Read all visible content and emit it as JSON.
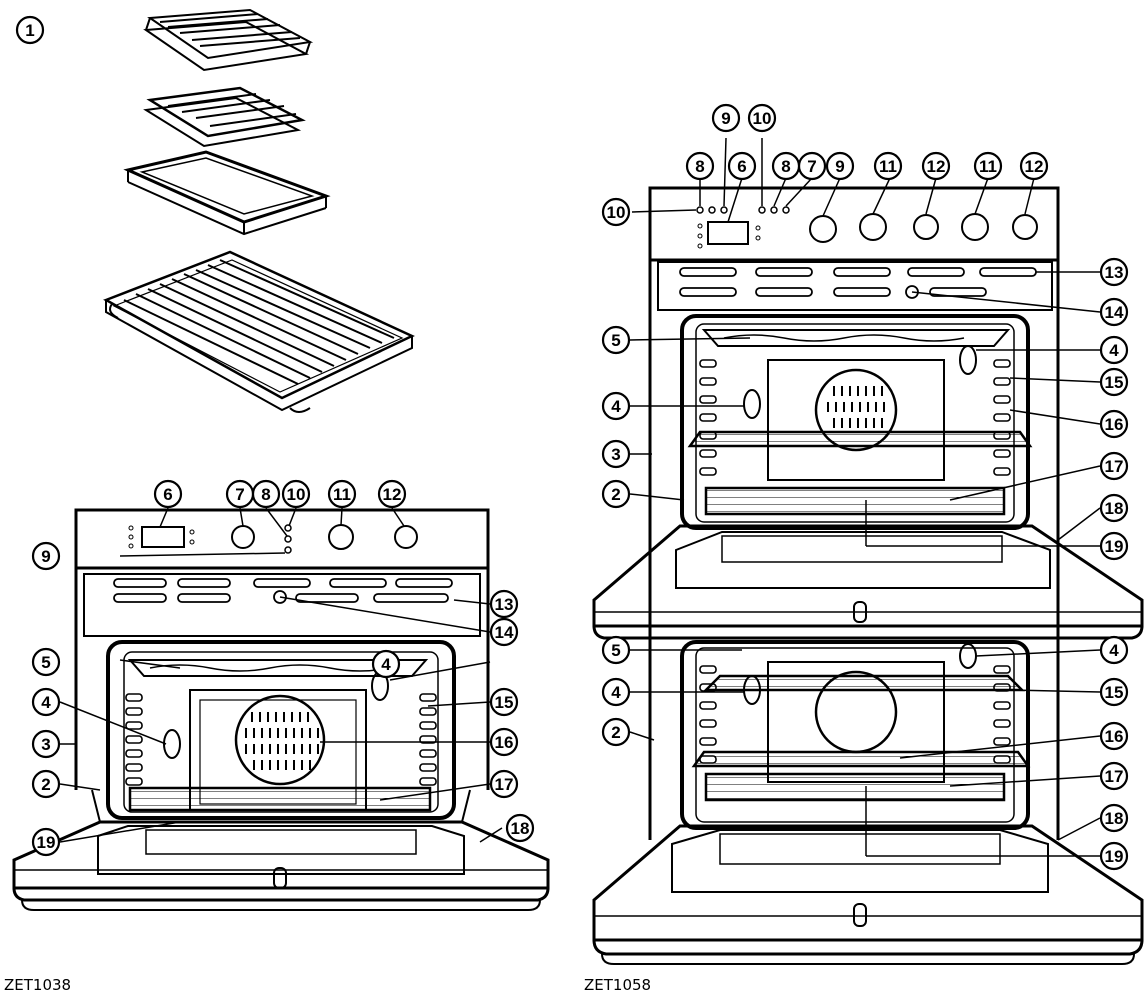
{
  "figure": {
    "accessory_callout": "1",
    "models": {
      "single": "ZET1038",
      "double": "ZET1058"
    },
    "single_callouts": [
      "2",
      "3",
      "4",
      "4",
      "5",
      "6",
      "7",
      "8",
      "9",
      "10",
      "11",
      "12",
      "13",
      "14",
      "15",
      "16",
      "17",
      "18",
      "19"
    ],
    "double_callouts": [
      "2",
      "2",
      "3",
      "4",
      "4",
      "4",
      "4",
      "5",
      "5",
      "6",
      "7",
      "8",
      "8",
      "9",
      "9",
      "10",
      "10",
      "11",
      "11",
      "12",
      "12",
      "13",
      "14",
      "15",
      "15",
      "16",
      "16",
      "17",
      "17",
      "18",
      "18",
      "19",
      "19"
    ]
  }
}
